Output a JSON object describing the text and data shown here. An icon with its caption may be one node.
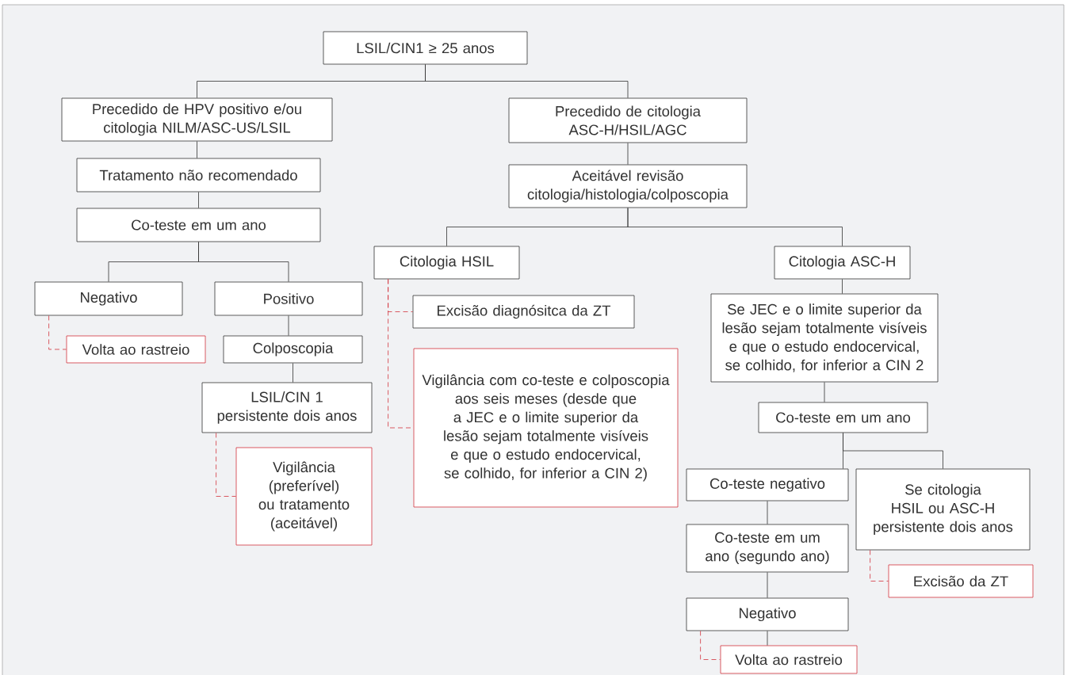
{
  "diagram": {
    "nodes": [
      {
        "text": [
          "LSIL/CIN1 ≥ 25 anos"
        ]
      },
      {
        "text": [
          "Precedido de HPV positivo e/ou citologia NILM/ASC-US/LSIL"
        ]
      },
      {
        "text": [
          "Precedido de citologia ASC-H/HSIL/AGC"
        ]
      },
      {
        "text": [
          "Tratamento não recomendado"
        ]
      },
      {
        "text": [
          "Aceitável revisão citologia/histologia/colposcopia"
        ]
      },
      {
        "text": [
          "Co-teste em um ano"
        ]
      },
      {
        "text": [
          "Negativo"
        ]
      },
      {
        "text": [
          "Positivo"
        ]
      },
      {
        "text": [
          "Citologia HSIL"
        ]
      },
      {
        "text": [
          "Citologia ASC-H"
        ]
      },
      {
        "text": [
          "Volta ao rastreio"
        ]
      },
      {
        "text": [
          "Colposcopia"
        ]
      },
      {
        "text": [
          "Excisão diagnósitca da ZT"
        ]
      },
      {
        "text": [
          "Se JEC e o limite superior da lesão sejam totalmente visíveis e que o estudo endocervical, se colhido, for inferior a CIN 2"
        ]
      },
      {
        "text": [
          "LSIL/CIN 1 persistente dois anos"
        ]
      },
      {
        "text": [
          "Vigilância com co-teste e colposcopia aos seis meses (desde que a JEC e o limite superior da lesão sejam totalmente visíveis e que o estudo endocervical, se colhido, for inferior a CIN 2)"
        ]
      },
      {
        "text": [
          "Co-teste em um ano"
        ]
      },
      {
        "text": [
          "Vigilância (preferível) ou tratamento (aceitável)"
        ]
      },
      {
        "text": [
          "Co-teste negativo"
        ]
      },
      {
        "text": [
          "Se citologia HSIL ou ASC-H persistente dois anos"
        ]
      },
      {
        "text": [
          "Co-teste em um ano (segundo ano)"
        ]
      },
      {
        "text": [
          "Excisão da ZT"
        ]
      },
      {
        "text": [
          "Negativo"
        ]
      },
      {
        "text": [
          "Volta ao rastreio"
        ]
      }
    ],
    "edges": [
      {
        "from": 0,
        "to": 1,
        "arrow": "none"
      },
      {
        "from": 0,
        "to": 2,
        "arrow": "none"
      },
      {
        "from": 1,
        "to": 3,
        "arrow": "none"
      },
      {
        "from": 3,
        "to": 5,
        "arrow": "none"
      },
      {
        "from": 5,
        "to": 6,
        "arrow": "none"
      },
      {
        "from": 5,
        "to": 7,
        "arrow": "none"
      },
      {
        "from": 6,
        "to": 10,
        "arrow": "none",
        "style": "dashed",
        "color": "#d2323c"
      },
      {
        "from": 7,
        "to": 11,
        "arrow": "none"
      },
      {
        "from": 11,
        "to": 14,
        "arrow": "none"
      },
      {
        "from": 14,
        "to": 17,
        "arrow": "none",
        "style": "dashed",
        "color": "#d2323c"
      },
      {
        "from": 2,
        "to": 4,
        "arrow": "none"
      },
      {
        "from": 4,
        "to": 8,
        "arrow": "none"
      },
      {
        "from": 4,
        "to": 9,
        "arrow": "none"
      },
      {
        "from": 8,
        "to": 12,
        "arrow": "none",
        "style": "dashed",
        "color": "#d2323c"
      },
      {
        "from": 8,
        "to": 15,
        "arrow": "none",
        "style": "dashed",
        "color": "#d2323c"
      },
      {
        "from": 9,
        "to": 13,
        "arrow": "none"
      },
      {
        "from": 13,
        "to": 16,
        "arrow": "none"
      },
      {
        "from": 16,
        "to": 18,
        "arrow": "none"
      },
      {
        "from": 16,
        "to": 19,
        "arrow": "none"
      },
      {
        "from": 18,
        "to": 20,
        "arrow": "none"
      },
      {
        "from": 19,
        "to": 21,
        "arrow": "none",
        "style": "dashed",
        "color": "#d2323c"
      },
      {
        "from": 20,
        "to": 22,
        "arrow": "none"
      },
      {
        "from": 22,
        "to": 23,
        "arrow": "none"
      },
      {
        "from": 22,
        "to": 23,
        "arrow": "none",
        "style": "dashed",
        "color": "#d2323c"
      }
    ]
  }
}
